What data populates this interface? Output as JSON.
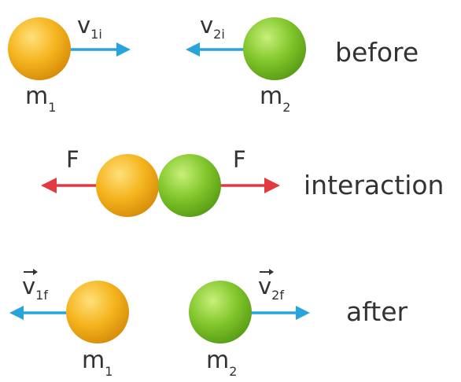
{
  "colors": {
    "ball_1": "#f2b31f",
    "ball_2": "#7fc72b",
    "velocity_arrow": "#27a4dc",
    "force_arrow": "#e33a3f",
    "text": "#333333"
  },
  "before": {
    "stage_label": "before",
    "mass_1": {
      "symbol": "m",
      "subscript": "1"
    },
    "mass_2": {
      "symbol": "m",
      "subscript": "2"
    },
    "velocity_1": {
      "symbol": "v",
      "subscript": "1i"
    },
    "velocity_2": {
      "symbol": "v",
      "subscript": "2i"
    }
  },
  "interaction": {
    "stage_label": "interaction",
    "force_left": "F",
    "force_right": "F"
  },
  "after": {
    "stage_label": "after",
    "mass_1": {
      "symbol": "m",
      "subscript": "1"
    },
    "mass_2": {
      "symbol": "m",
      "subscript": "2"
    },
    "velocity_1": {
      "symbol": "v",
      "subscript": "1f"
    },
    "velocity_2": {
      "symbol": "v",
      "subscript": "2f"
    }
  }
}
